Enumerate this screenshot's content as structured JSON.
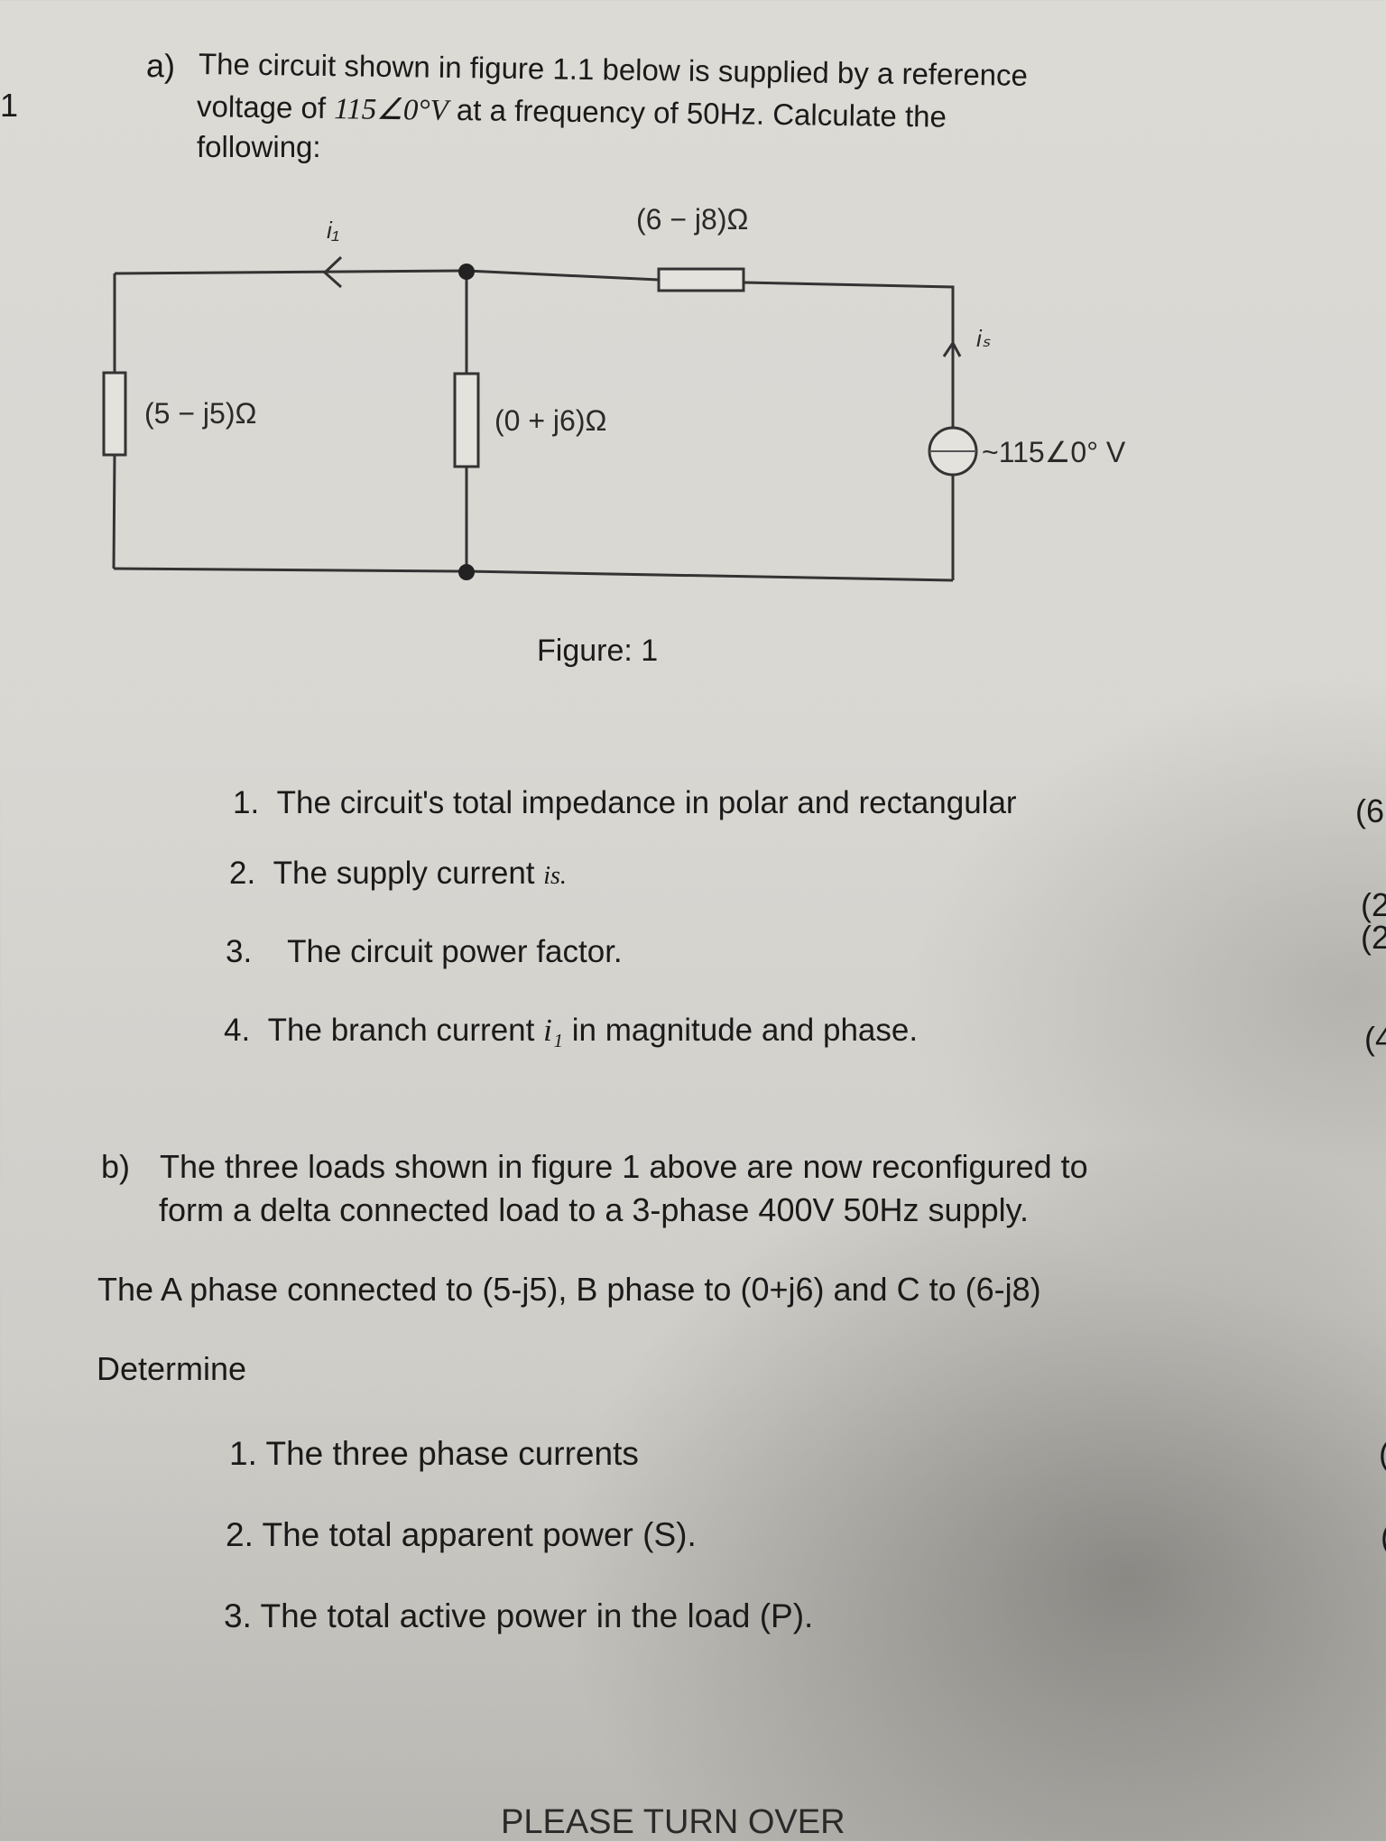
{
  "page_number_fragment": "1",
  "part_a": {
    "label": "a)",
    "line1": "The circuit shown in figure 1.1 below is supplied by a reference",
    "line2_pre": "voltage of ",
    "line2_math": "115∠0°V",
    "line2_post": " at a frequency of 50Hz. Calculate the",
    "line3": "following:",
    "figure": {
      "labels": {
        "i1": "i₁",
        "is": "iₛ",
        "z_top": "(6 − j8)Ω",
        "z_left": "(5 − j5)Ω",
        "z_mid": "(0 + j6)Ω",
        "source": "~115∠0° V"
      },
      "caption": "Figure: 1"
    },
    "questions": [
      {
        "num": "1.",
        "text": "The circuit's total impedance in polar and rectangular"
      },
      {
        "num": "2.",
        "text": "The supply current ",
        "math": "is."
      },
      {
        "num": "3.",
        "text": "The circuit power factor."
      },
      {
        "num": "4.",
        "text": "The branch current ",
        "math": "i₁",
        "post": " in magnitude and phase."
      }
    ]
  },
  "marks_fragments": [
    "(6",
    "(2",
    "(2",
    "(4",
    "(",
    "("
  ],
  "part_b": {
    "label": "b)",
    "line1": "The three loads shown in figure 1 above are now reconfigured to",
    "line2": "form a delta connected load to a 3-phase 400V 50Hz supply.",
    "line3": "The A phase connected to (5-j5), B phase to (0+j6) and C to (6-j8)",
    "line4": "Determine",
    "questions": [
      "1. The three phase currents",
      "2. The total apparent power (S).",
      "3. The total active power in the load (P)."
    ]
  },
  "footer": "PLEASE TURN OVER"
}
